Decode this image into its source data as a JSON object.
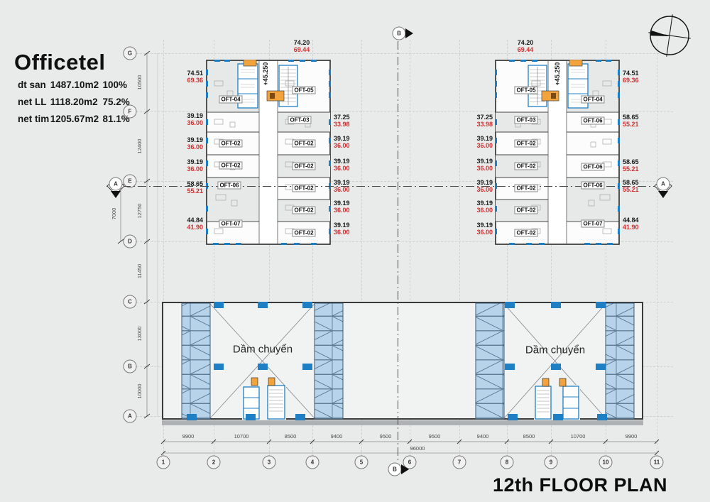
{
  "title_block": {
    "title": "Officetel",
    "stats": [
      {
        "label": "dt san",
        "value": "1487.10m2",
        "pct": "100%"
      },
      {
        "label": "net LL",
        "value": "1118.20m2",
        "pct": "75.2%"
      },
      {
        "label": "net tim",
        "value": "1205.67m2",
        "pct": "81.1%"
      }
    ]
  },
  "plan_title": "12th FLOOR PLAN",
  "sections": {
    "a": "A",
    "b": "B"
  },
  "grid": {
    "rows": [
      {
        "label": "G"
      },
      {
        "label": "F"
      },
      {
        "label": "E"
      },
      {
        "label": "D"
      },
      {
        "label": "C"
      },
      {
        "label": "B"
      },
      {
        "label": "A"
      }
    ],
    "row_dims": [
      "10500",
      "12400",
      "12750",
      "11450",
      "13000",
      "10000"
    ],
    "aux_dim": "7000",
    "cols": [
      {
        "label": "1"
      },
      {
        "label": "2"
      },
      {
        "label": "3"
      },
      {
        "label": "4"
      },
      {
        "label": "5"
      },
      {
        "label": "6"
      },
      {
        "label": "7"
      },
      {
        "label": "8"
      },
      {
        "label": "9"
      },
      {
        "label": "10"
      },
      {
        "label": "11"
      }
    ],
    "col_dims": [
      "9900",
      "10700",
      "8500",
      "9400",
      "9500",
      "9500",
      "9400",
      "8500",
      "10700",
      "9900"
    ],
    "total_dim": "96000"
  },
  "towers": {
    "left": {
      "level": "+45.250",
      "top_area": {
        "black": "74.20",
        "red": "69.44"
      },
      "left_areas": [
        {
          "black": "74.51",
          "red": "69.36"
        },
        {
          "black": "39.19",
          "red": "36.00"
        },
        {
          "black": "39.19",
          "red": "36.00"
        },
        {
          "black": "39.19",
          "red": "36.00"
        },
        {
          "black": "58.65",
          "red": "55.21"
        },
        {
          "black": "44.84",
          "red": "41.90"
        }
      ],
      "right_areas": [
        {
          "black": "37.25",
          "red": "33.98"
        },
        {
          "black": "39.19",
          "red": "36.00"
        },
        {
          "black": "39.19",
          "red": "36.00"
        },
        {
          "black": "39.19",
          "red": "36.00"
        },
        {
          "black": "39.19",
          "red": "36.00"
        },
        {
          "black": "39.19",
          "red": "36.00"
        }
      ],
      "units_left": [
        "OFT-04",
        "OFT-02",
        "OFT-02",
        "OFT-06",
        "OFT-07"
      ],
      "units_right": [
        "OFT-05",
        "OFT-03",
        "OFT-02",
        "OFT-02",
        "OFT-02",
        "OFT-02",
        "OFT-02"
      ]
    },
    "right": {
      "level": "+45.250",
      "top_area": {
        "black": "74.20",
        "red": "69.44"
      },
      "left_areas": [
        {
          "black": "37.25",
          "red": "33.98"
        },
        {
          "black": "39.19",
          "red": "36.00"
        },
        {
          "black": "39.19",
          "red": "36.00"
        },
        {
          "black": "39.19",
          "red": "36.00"
        },
        {
          "black": "39.19",
          "red": "36.00"
        },
        {
          "black": "39.19",
          "red": "36.00"
        }
      ],
      "right_areas": [
        {
          "black": "74.51",
          "red": "69.36"
        },
        {
          "black": "58.65",
          "red": "55.21"
        },
        {
          "black": "58.65",
          "red": "55.21"
        },
        {
          "black": "58.65",
          "red": "55.21"
        },
        {
          "black": "44.84",
          "red": "41.90"
        }
      ],
      "units_left": [
        "OFT-05",
        "OFT-03",
        "OFT-02",
        "OFT-02",
        "OFT-02",
        "OFT-02",
        "OFT-02"
      ],
      "units_right": [
        "OFT-04",
        "OFT-06",
        "OFT-06",
        "OFT-06",
        "OFT-07"
      ]
    }
  },
  "podium": {
    "transfer_label_left": "Dầm chuyển",
    "transfer_label_right": "Dầm chuyển"
  },
  "colors": {
    "accent_blue": "#1f7fc4",
    "panel_blue": "#b7d3e9",
    "door_orange": "#f2a33c",
    "area_red": "#d03030"
  }
}
